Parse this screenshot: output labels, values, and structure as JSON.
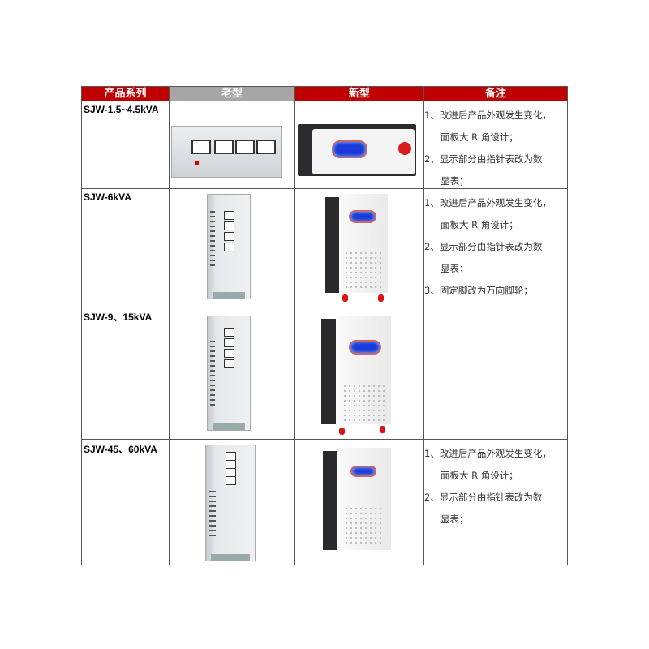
{
  "table": {
    "headers": [
      "产品系列",
      "老型",
      "新型",
      "备注"
    ],
    "rows": [
      {
        "model": "SJW-1.5~4.5kVA"
      },
      {
        "model": "SJW-6kVA"
      },
      {
        "model": "SJW-9、15kVA"
      },
      {
        "model": "SJW-45、60kVA"
      }
    ],
    "notes": {
      "a": [
        "1、改进后产品外观发生变化，",
        "面板大 R 角设计；",
        "2、显示部分由指针表改为数",
        "显表；"
      ],
      "b": [
        "1、改进后产品外观发生变化，",
        "面板大 R 角设计；",
        "2、显示部分由指针表改为数",
        "显表；",
        "3、固定脚改为万向脚轮；"
      ],
      "c": [
        "1、改进后产品外观发生变化，",
        "面板大 R 角设计；",
        "2、显示部分由指针表改为数",
        "显表；"
      ]
    }
  },
  "colors": {
    "header_red": "#c00000",
    "header_gray": "#a6a6a6"
  }
}
